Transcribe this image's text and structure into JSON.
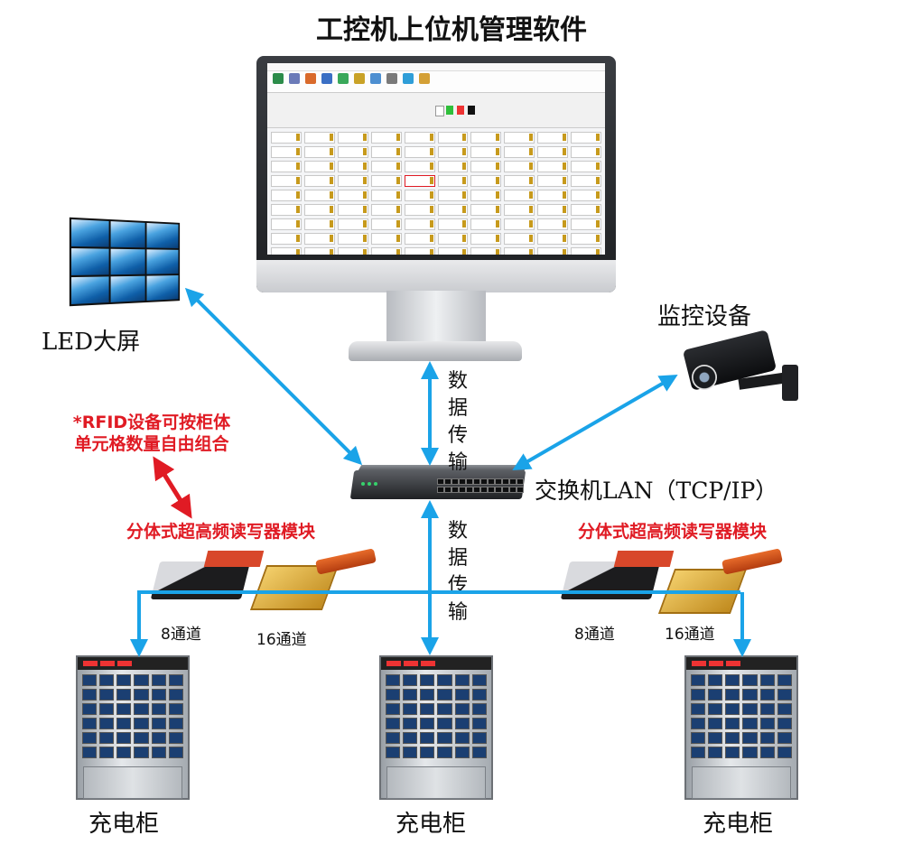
{
  "title": "工控机上位机管理软件",
  "led_screen": {
    "label": "LED大屏"
  },
  "monitoring": {
    "label": "监控设备"
  },
  "switch": {
    "label": "交换机LAN（TCP/IP）"
  },
  "data_transfer": {
    "label": "数据传输",
    "chars": [
      "数",
      "据",
      "传",
      "输"
    ]
  },
  "rfid_note": {
    "line1": "*RFID设备可按柜体",
    "line2": "单元格数量自由组合"
  },
  "reader_module": {
    "label": "分体式超高频读写器模块"
  },
  "channels": {
    "ch8": "8通道",
    "ch16": "16通道"
  },
  "cabinet": {
    "label": "充电柜"
  },
  "colors": {
    "arrow": "#1aa3e8",
    "note_red": "#e01b24",
    "arrow_red": "#e01b24"
  }
}
